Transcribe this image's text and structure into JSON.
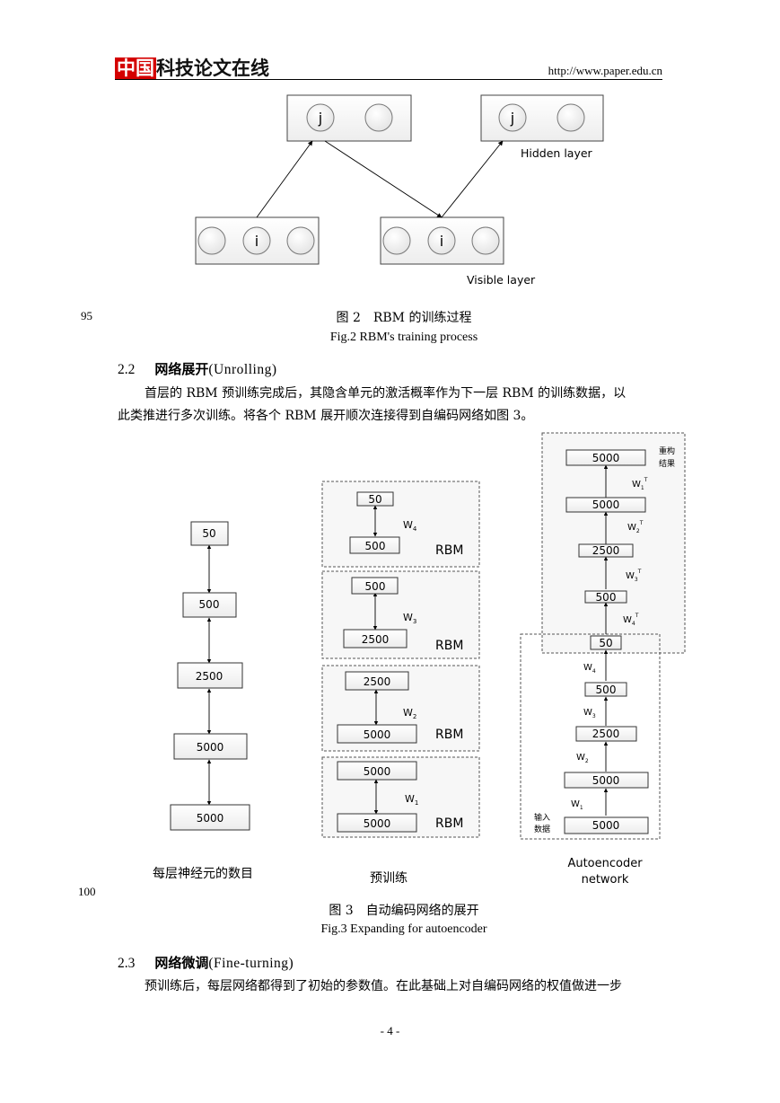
{
  "header": {
    "logo_red": "中国",
    "logo_black": "科技论文在线",
    "url": "http://www.paper.edu.cn"
  },
  "line_numbers": {
    "first": "95",
    "second": "100"
  },
  "figure2": {
    "node_j": "j",
    "node_i": "i",
    "hidden_label": "Hidden layer",
    "visible_label": "Visible layer",
    "caption_zh": "图 2　RBM 的训练过程",
    "caption_en": "Fig.2 RBM's training process"
  },
  "section_2_2": {
    "number": "2.2",
    "title_zh": "网络展开",
    "title_en": "(Unrolling)",
    "para_line1": "首层的 RBM 预训练完成后，其隐含单元的激活概率作为下一层 RBM 的训练数据，以",
    "para_line2": "此类推进行多次训练。将各个 RBM 展开顺次连接得到自编码网络如图 3。"
  },
  "figure3": {
    "left_stack": [
      "50",
      "500",
      "2500",
      "5000",
      "5000"
    ],
    "left_label": "每层神经元的数目",
    "rbm_blocks": [
      {
        "top": "50",
        "bottom": "500",
        "weight": "W",
        "sub": "4",
        "tag": "RBM"
      },
      {
        "top": "500",
        "bottom": "2500",
        "weight": "W",
        "sub": "3",
        "tag": "RBM"
      },
      {
        "top": "2500",
        "bottom": "5000",
        "weight": "W",
        "sub": "2",
        "tag": "RBM"
      },
      {
        "top": "5000",
        "bottom": "5000",
        "weight": "W",
        "sub": "1",
        "tag": "RBM"
      }
    ],
    "middle_label": "预训练",
    "ae_decoder": [
      "5000",
      "5000",
      "2500",
      "500"
    ],
    "ae_decoder_weights": [
      {
        "w": "W",
        "sub": "1",
        "sup": "T"
      },
      {
        "w": "W",
        "sub": "2",
        "sup": "T"
      },
      {
        "w": "W",
        "sub": "3",
        "sup": "T"
      },
      {
        "w": "W",
        "sub": "4",
        "sup": "T"
      }
    ],
    "ae_code": "50",
    "ae_encoder": [
      "500",
      "2500",
      "5000",
      "5000"
    ],
    "ae_encoder_weights": [
      {
        "w": "W",
        "sub": "4"
      },
      {
        "w": "W",
        "sub": "3"
      },
      {
        "w": "W",
        "sub": "2"
      },
      {
        "w": "W",
        "sub": "1"
      }
    ],
    "recon_label_1": "重构",
    "recon_label_2": "结果",
    "input_label_1": "输入",
    "input_label_2": "数据",
    "right_label_1": "Autoencoder",
    "right_label_2": "network",
    "caption_zh": "图 3　自动编码网络的展开",
    "caption_en": "Fig.3 Expanding for autoencoder"
  },
  "section_2_3": {
    "number": "2.3",
    "title_zh": "网络微调",
    "title_en": "(Fine-turning)",
    "para_line1": "预训练后，每层网络都得到了初始的参数值。在此基础上对自编码网络的权值做进一步"
  },
  "page_number": "- 4 -"
}
